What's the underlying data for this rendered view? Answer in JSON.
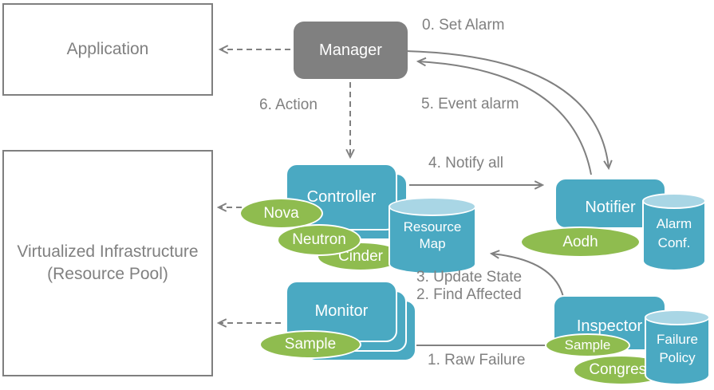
{
  "colors": {
    "node_teal": "#4AA9C2",
    "cylinder_top_blue": "#A9D6E5",
    "plugin_green": "#8FBC4F",
    "manager_gray": "#808080",
    "line_gray": "#808080",
    "text_gray": "#808080"
  },
  "nodes": {
    "application": {
      "label": "Application"
    },
    "virtualized_infrastructure": {
      "line1": "Virtualized Infrastructure",
      "line2": "(Resource Pool)"
    },
    "manager": {
      "label": "Manager"
    },
    "controller": {
      "label": "Controller"
    },
    "monitor": {
      "label": "Monitor"
    },
    "notifier": {
      "label": "Notifier"
    },
    "inspector": {
      "label": "Inspector"
    }
  },
  "datastores": {
    "resource_map": {
      "line1": "Resource",
      "line2": "Map"
    },
    "alarm_conf": {
      "line1": "Alarm",
      "line2": "Conf."
    },
    "failure_policy": {
      "line1": "Failure",
      "line2": "Policy"
    }
  },
  "plugins": {
    "nova": {
      "label": "Nova"
    },
    "neutron": {
      "label": "Neutron"
    },
    "cinder": {
      "label": "Cinder"
    },
    "monitor_sample": {
      "label": "Sample"
    },
    "aodh": {
      "label": "Aodh"
    },
    "inspector_sample": {
      "label": "Sample"
    },
    "congress": {
      "label": "Congress"
    }
  },
  "flow_labels": {
    "step0": "0. Set Alarm",
    "step1": "1. Raw Failure",
    "step2": "2. Find Affected",
    "step3": "3. Update State",
    "step4": "4. Notify all",
    "step5": "5. Event alarm",
    "step6": "6. Action"
  }
}
